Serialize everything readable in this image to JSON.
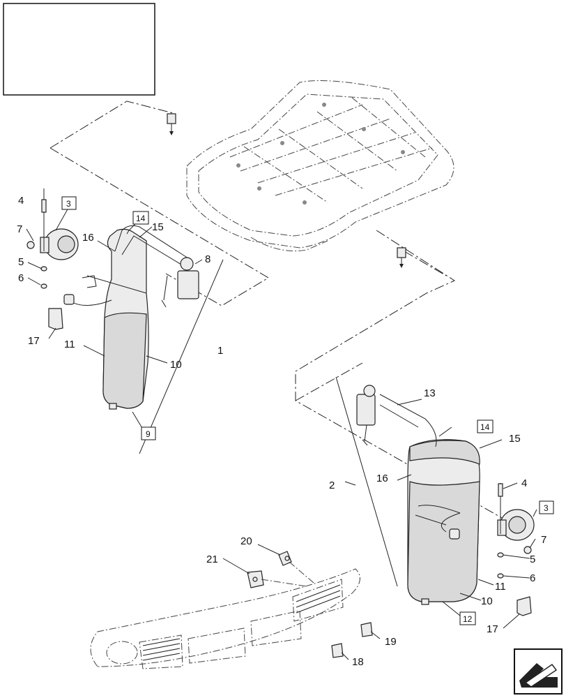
{
  "title_block": {
    "text": ""
  },
  "callouts": {
    "c1": "1",
    "c2": "2",
    "c3a": "3",
    "c3b": "3",
    "c4a": "4",
    "c4b": "4",
    "c5a": "5",
    "c5b": "5",
    "c6a": "6",
    "c6b": "6",
    "c7a": "7",
    "c7b": "7",
    "c8": "8",
    "c9": "9",
    "c10a": "10",
    "c10b": "10",
    "c11a": "11",
    "c11b": "11",
    "c12": "12",
    "c13": "13",
    "c14a": "14",
    "c14b": "14",
    "c15a": "15",
    "c15b": "15",
    "c16a": "16",
    "c16b": "16",
    "c17a": "17",
    "c17b": "17",
    "c18": "18",
    "c19": "19",
    "c20": "20",
    "c21": "21"
  },
  "nav": {
    "icon": "arrow-back-icon"
  }
}
